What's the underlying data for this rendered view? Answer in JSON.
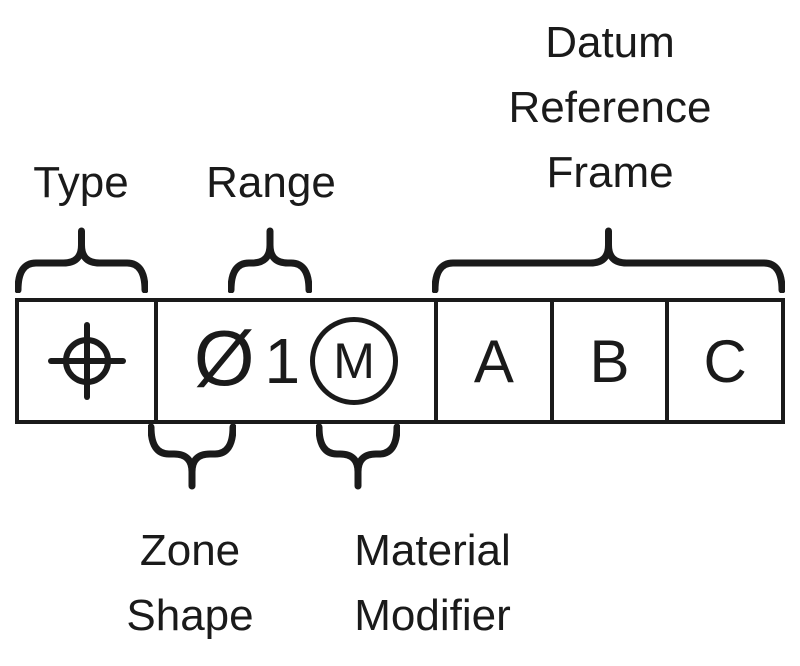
{
  "colors": {
    "ink": "#1a1a1a",
    "background": "#ffffff"
  },
  "diagram": {
    "labels": {
      "type": "Type",
      "range": "Range",
      "datum_reference_frame": [
        "Datum",
        "Reference",
        "Frame"
      ],
      "zone_shape": [
        "Zone",
        "Shape"
      ],
      "material_modifier": [
        "Material",
        "Modifier"
      ]
    },
    "frame": {
      "type_symbol_name": "position-symbol",
      "zone_shape_symbol": "Ø",
      "range_value": "1",
      "material_modifier_symbol": "M",
      "datums": [
        "A",
        "B",
        "C"
      ]
    }
  }
}
